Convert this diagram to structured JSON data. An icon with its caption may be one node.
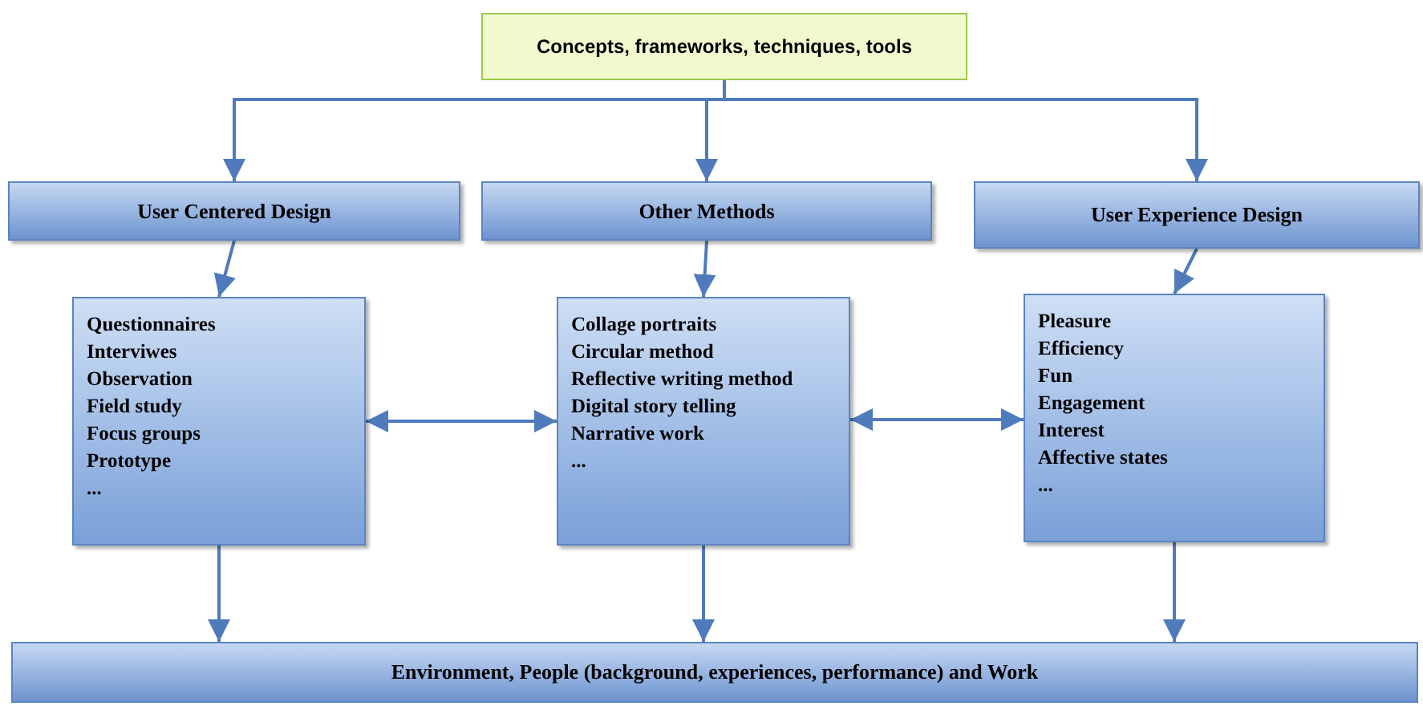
{
  "diagram": {
    "nodes": [
      {
        "text": [
          "Concepts, frameworks, techniques, tools"
        ]
      },
      {
        "text": [
          "User Centered Design"
        ]
      },
      {
        "text": [
          "Other Methods"
        ]
      },
      {
        "text": [
          "User Experience Design"
        ]
      },
      {
        "text": [
          "Questionnaires",
          "Interviwes",
          "Observation",
          "Field study",
          "Focus groups",
          "Prototype",
          "..."
        ]
      },
      {
        "text": [
          "Collage portraits",
          "Circular method",
          "Reflective writing method",
          "Digital story telling",
          "Narrative work",
          "..."
        ]
      },
      {
        "text": [
          "Pleasure",
          "Efficiency",
          "Fun",
          "Engagement",
          "Interest",
          "Affective states",
          "..."
        ]
      },
      {
        "text": [
          "Environment, People (background, experiences, performance) and Work"
        ]
      }
    ],
    "edges": [
      {
        "from": 0,
        "to": 1,
        "arrow": "to"
      },
      {
        "from": 0,
        "to": 2,
        "arrow": "to"
      },
      {
        "from": 0,
        "to": 3,
        "arrow": "to"
      },
      {
        "from": 1,
        "to": 4,
        "arrow": "to"
      },
      {
        "from": 2,
        "to": 5,
        "arrow": "to"
      },
      {
        "from": 3,
        "to": 6,
        "arrow": "to"
      },
      {
        "from": 4,
        "to": 5,
        "arrow": "both"
      },
      {
        "from": 5,
        "to": 6,
        "arrow": "both"
      },
      {
        "from": 4,
        "to": 7,
        "arrow": "to"
      },
      {
        "from": 5,
        "to": 7,
        "arrow": "to"
      },
      {
        "from": 6,
        "to": 7,
        "arrow": "to"
      }
    ]
  }
}
